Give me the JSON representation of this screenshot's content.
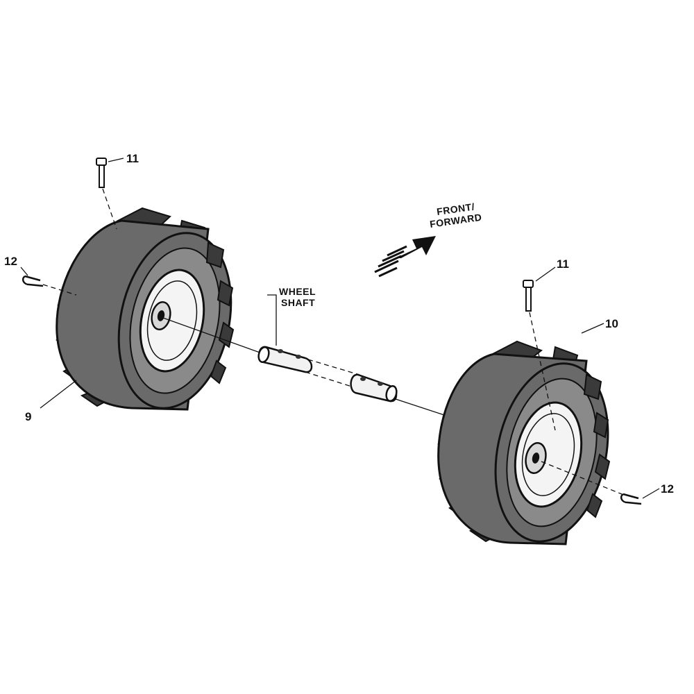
{
  "labels": {
    "callout_11_left": "11",
    "callout_12_left": "12",
    "callout_9": "9",
    "callout_11_right": "11",
    "callout_10": "10",
    "callout_12_right": "12",
    "wheel_shaft_line1": "WHEEL",
    "wheel_shaft_line2": "SHAFT",
    "direction_line1": "FRONT/",
    "direction_line2": "FORWARD"
  },
  "parts": [
    {
      "ref": "9",
      "icon": "left-tire-wheel-icon"
    },
    {
      "ref": "10",
      "icon": "right-tire-wheel-icon"
    },
    {
      "ref": "11",
      "icon": "clevis-pin-icon"
    },
    {
      "ref": "12",
      "icon": "hairpin-clip-icon"
    },
    {
      "ref": "WHEEL SHAFT",
      "icon": "wheel-shaft-icon"
    }
  ],
  "colors": {
    "ink": "#111111",
    "paper": "#ffffff"
  }
}
